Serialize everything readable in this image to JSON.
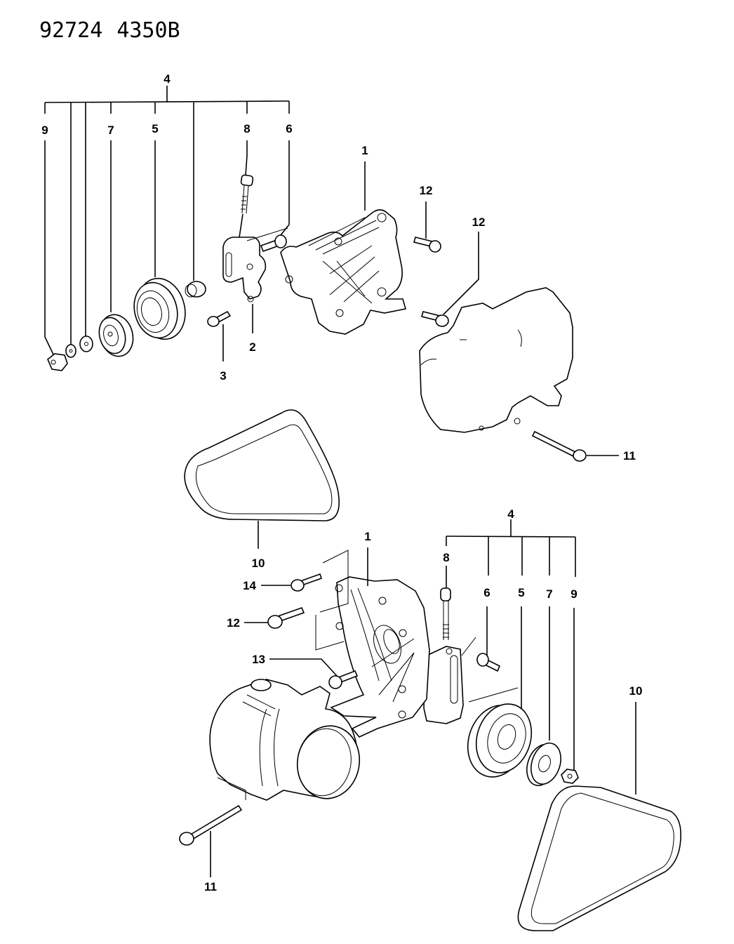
{
  "header": {
    "code_left": "92724",
    "code_right": "4350B"
  },
  "upper_assembly": {
    "callouts": {
      "group4": "4",
      "c9": "9",
      "c7": "7",
      "c5": "5",
      "c8": "8",
      "c6": "6",
      "c1": "1",
      "c2": "2",
      "c3": "3",
      "c12a": "12",
      "c12b": "12",
      "c10": "10",
      "c11": "11"
    }
  },
  "lower_assembly": {
    "callouts": {
      "group4": "4",
      "c8": "8",
      "c6": "6",
      "c5": "5",
      "c7": "7",
      "c9": "9",
      "c1": "1",
      "c14": "14",
      "c12": "12",
      "c13": "13",
      "c10": "10",
      "c11": "11"
    }
  },
  "colors": {
    "ink": "#000000",
    "paper": "#ffffff"
  }
}
